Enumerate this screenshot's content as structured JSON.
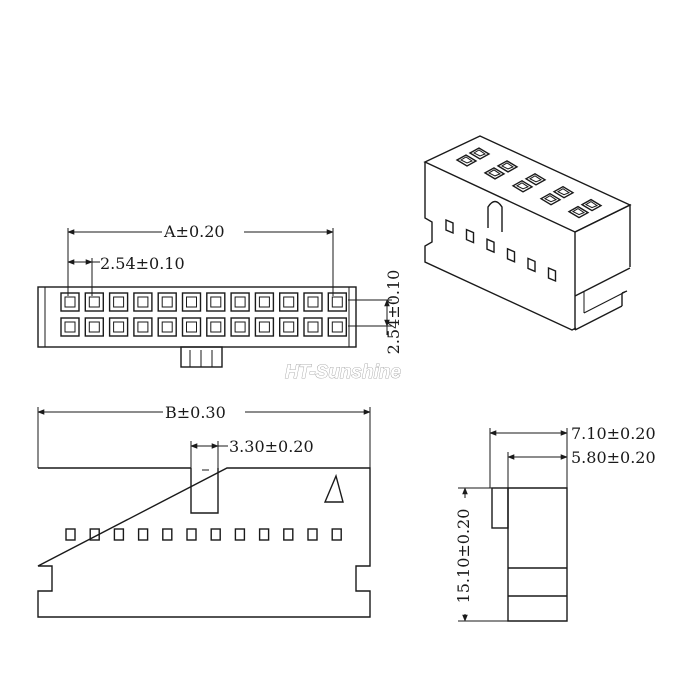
{
  "watermark": "HT-Sunshine",
  "dimensions": {
    "top_length": "A±0.20",
    "top_pitch": "2.54±0.10",
    "row_pitch": "2.54±0.10",
    "front_length": "B±0.30",
    "key_width": "3.30±0.20",
    "side_width_outer": "7.10±0.20",
    "side_width_inner": "5.80±0.20",
    "side_height": "15.10±0.20"
  },
  "colors": {
    "line": "#1a1a1a",
    "background": "#ffffff",
    "watermark_outline": "#9a9a9a"
  }
}
